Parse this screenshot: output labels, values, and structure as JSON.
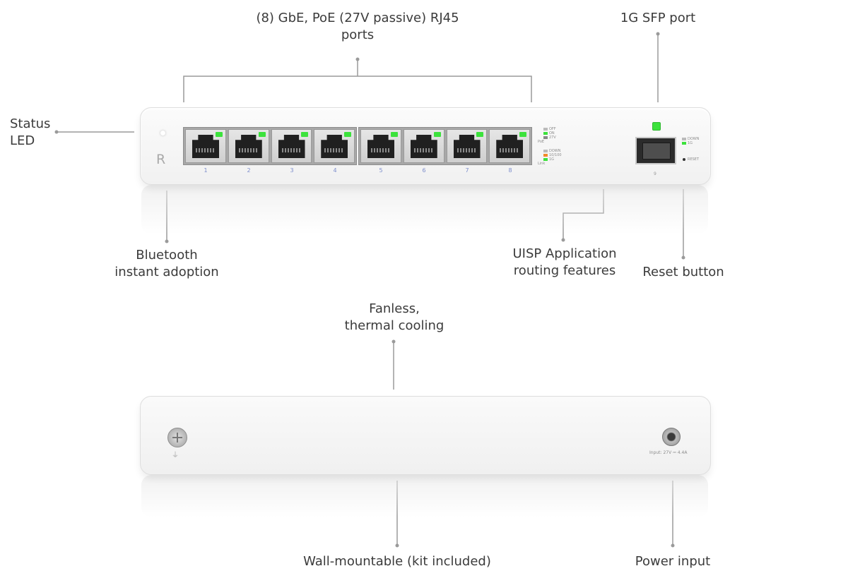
{
  "labels": {
    "rj45_ports": [
      "(8) GbE, PoE (27V passive) RJ45",
      "ports"
    ],
    "sfp_port": "1G SFP port",
    "status_led": [
      "Status",
      "LED"
    ],
    "bluetooth": [
      "Bluetooth",
      "instant adoption"
    ],
    "uisp": [
      "UISP Application",
      "routing features"
    ],
    "reset": "Reset button",
    "fanless": [
      "Fanless,",
      "thermal cooling"
    ],
    "wall_mount": "Wall-mountable (kit included)",
    "power": "Power input"
  },
  "device_front": {
    "logo": "R",
    "port_numbers": [
      "1",
      "2",
      "3",
      "4",
      "5",
      "6",
      "7",
      "8"
    ],
    "poe_legend": [
      "OFF",
      "ON",
      "27V"
    ],
    "poe_title": "PoE",
    "link_legend": [
      "DOWN",
      "10/100",
      "1G"
    ],
    "link_title": "Link",
    "sfp_legend": [
      "DOWN",
      "1G"
    ],
    "sfp_number": "9",
    "reset_text": "RESET"
  },
  "device_rear": {
    "power_spec": "Input: 27V ⎓ 4.4A",
    "ground_symbol": "⏚"
  },
  "colors": {
    "port_led": "#3ce23c",
    "leader_line": "#9a9a9a",
    "port_number": "#7c8dcc"
  }
}
